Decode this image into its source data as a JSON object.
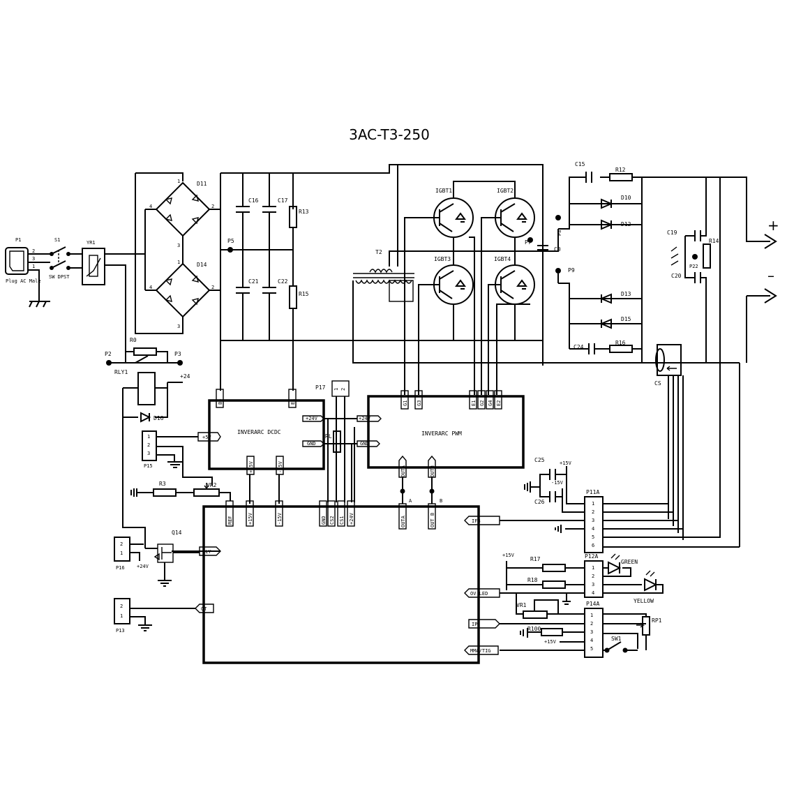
{
  "title": "3AC-T3-250",
  "input": {
    "plug_ref": "P1",
    "plug_label": "Plug AC Male",
    "plug_pins": [
      "2",
      "3",
      "1"
    ],
    "switch_ref": "S1",
    "switch_label": "SW DPST",
    "varistor_ref": "YR1"
  },
  "bridges": [
    {
      "ref": "D11",
      "pins": [
        "1",
        "4",
        "2",
        "3"
      ]
    },
    {
      "ref": "D14",
      "pins": [
        "1",
        "4",
        "2",
        "3"
      ]
    }
  ],
  "dc_bus": {
    "capacitors": [
      "C16",
      "C17",
      "C21",
      "C22"
    ],
    "resistors": [
      "R13",
      "R15"
    ],
    "test_point": "P5",
    "transformer": "T2"
  },
  "igbts": [
    "IGBT1",
    "IGBT2",
    "IGBT3",
    "IGBT4"
  ],
  "output": {
    "labels": [
      "C15",
      "R12",
      "D10",
      "D12",
      "D13",
      "D15",
      "C24",
      "R16",
      "C19",
      "C20",
      "R14",
      "P22",
      "C0",
      "P7",
      "P8",
      "P9",
      "CS"
    ],
    "plus": "+",
    "minus": "–"
  },
  "relay": {
    "labels": [
      "P2",
      "R0",
      "P3",
      "RLY1",
      "D16",
      "+24"
    ]
  },
  "connectors": {
    "P15": {
      "ref": "P15",
      "pins": [
        "1",
        "2",
        "3"
      ]
    },
    "P16": {
      "ref": "P16",
      "pins": [
        "2",
        "1"
      ]
    },
    "P13": {
      "ref": "P13",
      "pins": [
        "2",
        "1"
      ]
    },
    "P17": {
      "ref": "P17",
      "pins": [
        "1",
        "2"
      ]
    },
    "P11A": {
      "ref": "P11A",
      "pins": [
        "1",
        "2",
        "3",
        "4",
        "5",
        "6"
      ]
    },
    "P12A": {
      "ref": "P12A",
      "pins": [
        "1",
        "2",
        "3",
        "4"
      ]
    },
    "P14A": {
      "ref": "P14A",
      "pins": [
        "1",
        "2",
        "3",
        "4",
        "5"
      ]
    }
  },
  "dcdc": {
    "name": "INVERARC DCDC",
    "pins": {
      "top_left": "B+",
      "top_right": "E1",
      "in_24v": "+24V",
      "gnd": "GND",
      "p15v": "+15V",
      "m15v": "-15V"
    }
  },
  "pwm": {
    "name": "INVERARC PWM",
    "pins": {
      "g1": "G1",
      "g3": "G3",
      "e1": "E1",
      "g2": "G2",
      "g4": "G4",
      "e2": "E2",
      "in_24v": "+24V",
      "gnd": "GND",
      "outa": "OUTA",
      "outb": "OUTB"
    }
  },
  "control": {
    "pins": {
      "ref": "REF",
      "p15v": "+15V",
      "m15v": "-15V",
      "gnd": "GND",
      "cs2": "CS2",
      "cs1": "CS1",
      "p24v": "+24V",
      "outa": "OUTA",
      "outb": "OUT B",
      "ifb": "IFB",
      "rly": "RLY",
      "ot": "OT",
      "ovled": "OV LED",
      "ip": "IP",
      "mmatig": "MMA/TIG"
    },
    "node_a": "A",
    "node_b": "B"
  },
  "misc": {
    "r3": "R3",
    "vr2": "VR2",
    "q14": "Q14",
    "p5v": "+5V",
    "p24v": "+24V",
    "rl": "RL",
    "c25": "C25",
    "c26": "C26",
    "p15v": "+15V",
    "m15v": "-15V",
    "r17": "R17",
    "r18": "R18",
    "vr1": "VR1",
    "r100": "R100",
    "rp1": "RP1",
    "sw1": "SW1",
    "green": "GREEN",
    "yellow": "YELLOW",
    "p15v_b": "+15V",
    "p15v_c": "+15V"
  }
}
